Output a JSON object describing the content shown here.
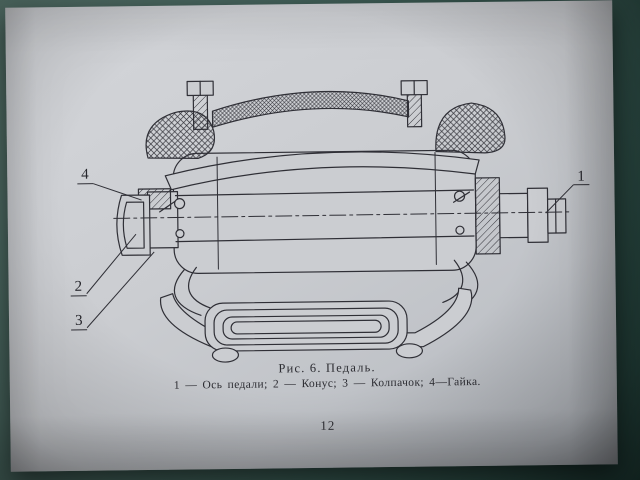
{
  "figure": {
    "caption": "Рис. 6. Педаль.",
    "legend": "1 — Ось педали; 2 — Конус; 3 — Колпачок; 4—Гайка.",
    "page_number": "12",
    "part_labels": [
      "1",
      "2",
      "3",
      "4"
    ]
  },
  "colors": {
    "desk": "#33524b",
    "paper": "#cbcdd1",
    "ink": "#2f2f36"
  }
}
